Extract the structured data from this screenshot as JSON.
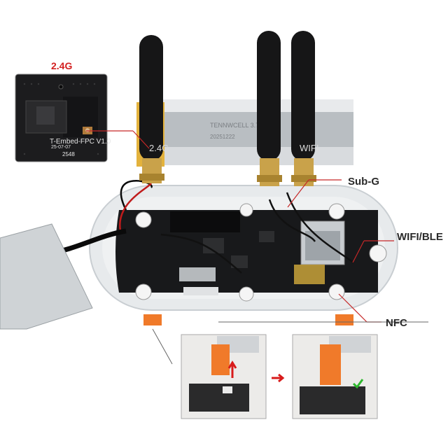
{
  "callouts": {
    "band_24g": "2.4G",
    "subg": "Sub-G",
    "wifi_ble": "WIFI/BLE",
    "nfc": "NFC"
  },
  "fpc_board": {
    "name": "T-Embed-FPC V1.0",
    "date": "25-07-07",
    "number": "2548"
  },
  "antenna_labels": {
    "left": "2.4G",
    "right": "WIFI"
  },
  "colors": {
    "leader_line": "#c62828",
    "callout_text": "#2a2a2a",
    "label_24g": "#d32020",
    "latch_orange": "#f07a2a",
    "inset_arrow": "#d81b1b",
    "check_mark": "#2eb82e"
  }
}
